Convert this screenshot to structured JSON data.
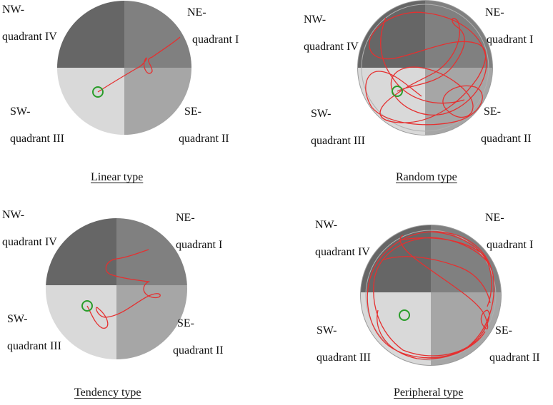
{
  "colors": {
    "nw": "#666666",
    "ne": "#808080",
    "sw": "#d9d9d9",
    "se": "#a6a6a6",
    "rim": "#9a9a9a",
    "path": "#e53030",
    "platform": "#2a9d2a"
  },
  "panels": [
    {
      "caption": "Linear type",
      "nw": [
        "NW-",
        "quadrant IV"
      ],
      "ne": [
        "NE-",
        "quadrant I"
      ],
      "sw": [
        "SW-",
        "quadrant III"
      ],
      "se": [
        "SE-",
        "quadrant II"
      ]
    },
    {
      "caption": "Random type",
      "nw": [
        "NW-",
        "quadrant IV"
      ],
      "ne": [
        "NE-",
        "quadrant I"
      ],
      "sw": [
        "SW-",
        "quadrant III"
      ],
      "se": [
        "SE-",
        "quadrant II"
      ]
    },
    {
      "caption": "Tendency type",
      "nw": [
        "NW-",
        "quadrant IV"
      ],
      "ne": [
        "NE-",
        "quadrant I"
      ],
      "sw": [
        "SW-",
        "quadrant III"
      ],
      "se": [
        "SE-",
        "quadrant II"
      ]
    },
    {
      "caption": "Peripheral type",
      "nw": [
        "NW-",
        "quadrant IV"
      ],
      "ne": [
        "NE-",
        "quadrant I"
      ],
      "sw": [
        "SW-",
        "quadrant III"
      ],
      "se": [
        "SE-",
        "quadrant II"
      ]
    }
  ]
}
